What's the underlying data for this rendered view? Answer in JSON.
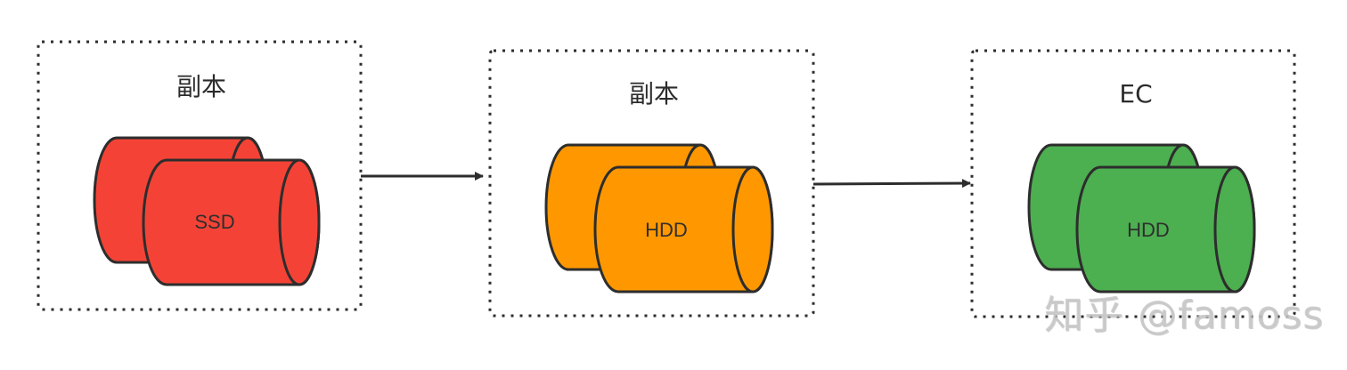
{
  "diagram": {
    "stages": [
      {
        "title": "副本",
        "disk_label": "SSD",
        "fill": "#F44336",
        "stroke": "#2D2D2D"
      },
      {
        "title": "副本",
        "disk_label": "HDD",
        "fill": "#FF9800",
        "stroke": "#2D2D2D"
      },
      {
        "title": "EC",
        "disk_label": "HDD",
        "fill": "#4CAF50",
        "stroke": "#2D2D2D"
      }
    ],
    "arrows": [
      {
        "from": 0,
        "to": 1
      },
      {
        "from": 1,
        "to": 2
      }
    ],
    "border_color": "#2D2D2D",
    "arrow_color": "#2D2D2D"
  },
  "watermark": {
    "text": "知乎 @famoss"
  }
}
